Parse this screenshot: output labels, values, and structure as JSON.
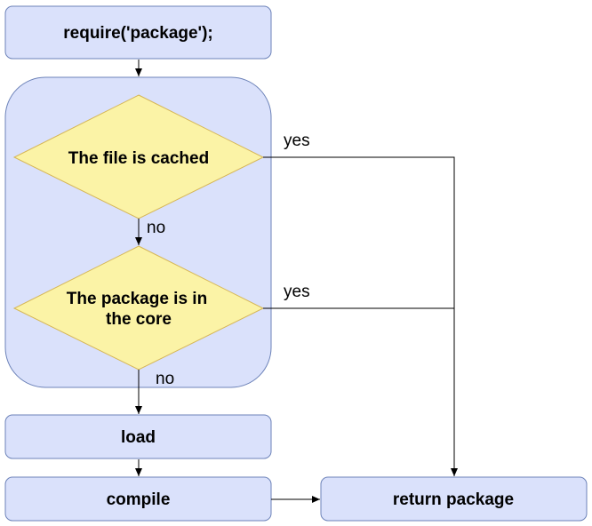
{
  "colors": {
    "box_fill": "#dae1fb",
    "box_stroke": "#6c82b8",
    "decision_fill": "#fbf3a6",
    "decision_stroke": "#d6b656",
    "line": "#000000"
  },
  "nodes": {
    "require": "require('package');",
    "cached": "The file is cached",
    "core_line1": "The package is in",
    "core_line2": "the core",
    "load": "load",
    "compile": "compile",
    "return": "return package"
  },
  "edges": {
    "cached_yes": "yes",
    "cached_no": "no",
    "core_yes": "yes",
    "core_no": "no"
  }
}
